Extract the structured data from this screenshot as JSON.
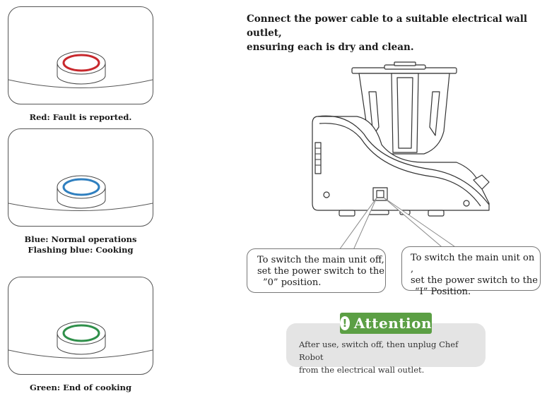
{
  "indicators": [
    {
      "caption_lines": [
        "Red: Fault is reported."
      ],
      "ring_color": "#c8282d"
    },
    {
      "caption_lines": [
        "Blue: Normal operations",
        "Flashing blue: Cooking"
      ],
      "ring_color": "#2f7fbf"
    },
    {
      "caption_lines": [
        "Green: End of cooking"
      ],
      "ring_color": "#2f8f4a"
    }
  ],
  "instruction": {
    "line1": "Connect the power cable to a suitable electrical wall outlet,",
    "line2": "ensuring each is dry and clean."
  },
  "callouts": {
    "off": {
      "line1": "To switch the main unit off,",
      "line2": "set the power switch to the",
      "line3": "”0”  position."
    },
    "on": {
      "line1": "To switch the main unit on ,",
      "line2": "set the power switch to the",
      "line3": "“I” Position."
    }
  },
  "attention": {
    "icon": "exclamation-icon",
    "title": "Attention",
    "line1": "After use, switch off, then unplug Chef Robot",
    "line2": "from the electrical wall outlet."
  },
  "colors": {
    "attention_green": "#5b9f44",
    "attention_box": "#e4e4e4"
  }
}
